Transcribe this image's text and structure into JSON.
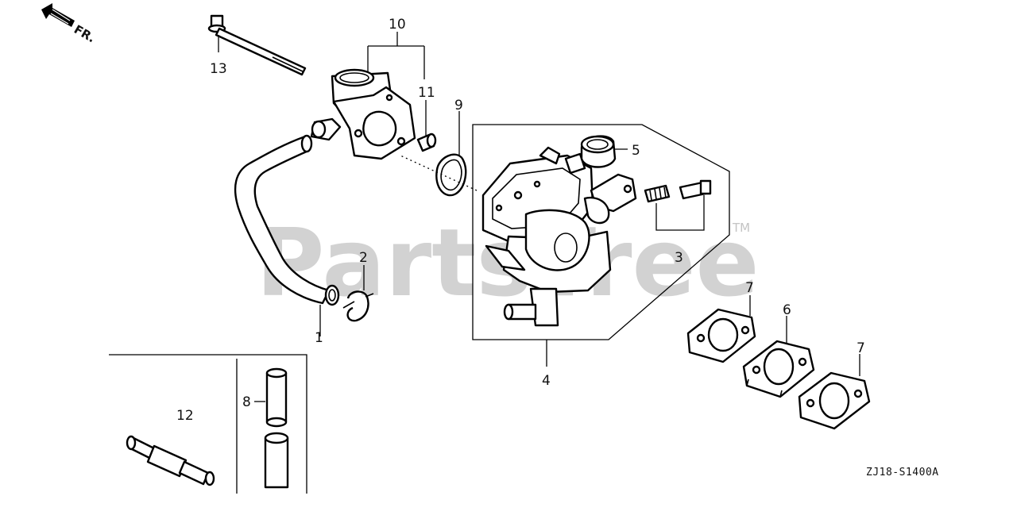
{
  "watermark": {
    "text": "PartsTree",
    "trademark": "TM"
  },
  "direction_indicator": {
    "label": "FR."
  },
  "diagram_code": "ZJ18-S1400A",
  "callouts": {
    "c1": "1",
    "c2": "2",
    "c3": "3",
    "c4": "4",
    "c5": "5",
    "c6": "6",
    "c7a": "7",
    "c7b": "7",
    "c8": "8",
    "c9": "9",
    "c10": "10",
    "c11": "11",
    "c12": "12",
    "c13": "13"
  },
  "parts": [
    {
      "ref": "1",
      "name": "fuel-tube"
    },
    {
      "ref": "2",
      "name": "tube-clip"
    },
    {
      "ref": "3",
      "name": "adjusting-screw-set"
    },
    {
      "ref": "4",
      "name": "carburetor-assembly"
    },
    {
      "ref": "5",
      "name": "bushing-seal"
    },
    {
      "ref": "6",
      "name": "insulator"
    },
    {
      "ref": "7",
      "name": "gasket"
    },
    {
      "ref": "8",
      "name": "collar"
    },
    {
      "ref": "9",
      "name": "o-ring"
    },
    {
      "ref": "10",
      "name": "air-joint"
    },
    {
      "ref": "11",
      "name": "dowel-pin"
    },
    {
      "ref": "12",
      "name": "fuel-filter"
    },
    {
      "ref": "13",
      "name": "flange-bolt"
    }
  ]
}
